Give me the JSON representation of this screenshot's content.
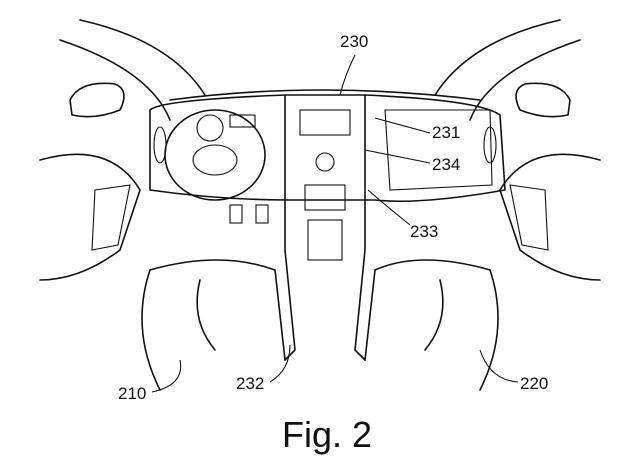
{
  "figure": {
    "caption": "Fig. 2",
    "labels": {
      "console": "230",
      "display": "231",
      "vent": "234",
      "controls": "233",
      "driver_seat": "210",
      "armrest": "232",
      "passenger_seat": "220"
    }
  }
}
